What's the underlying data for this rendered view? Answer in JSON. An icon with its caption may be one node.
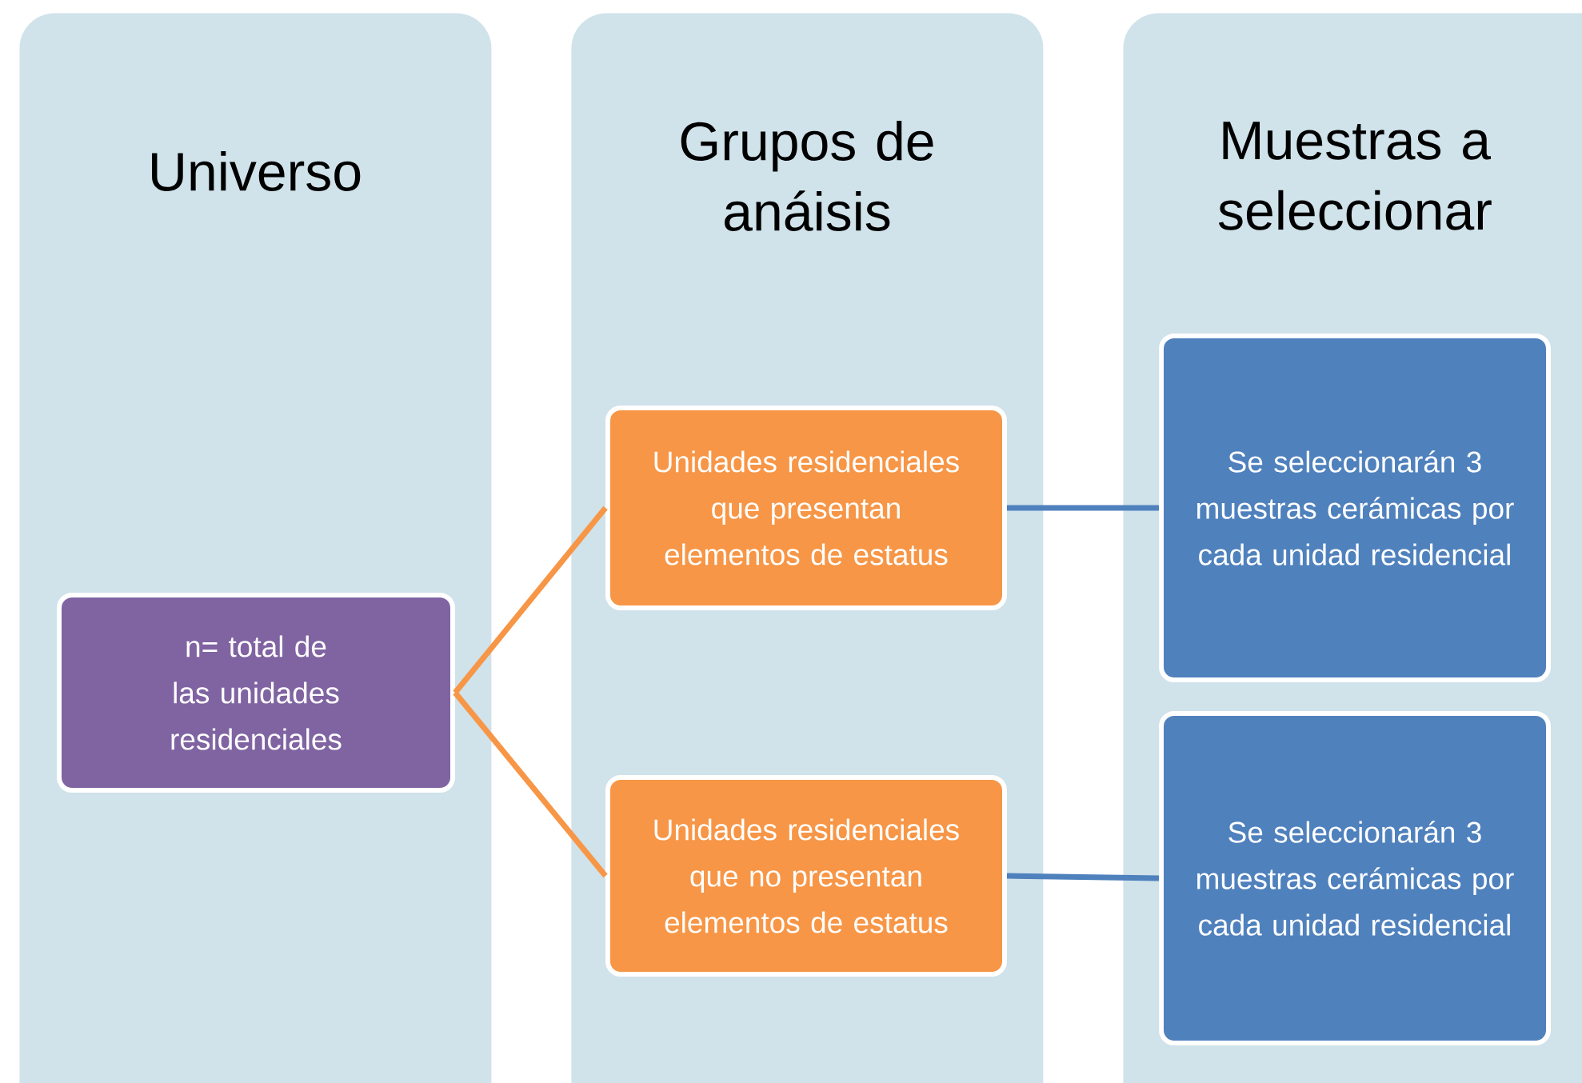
{
  "diagram": {
    "nodes": [
      {
        "text": [
          "Universo"
        ]
      },
      {
        "text": [
          "Grupos de anáisis"
        ]
      },
      {
        "text": [
          "Muestras a seleccionar"
        ]
      },
      {
        "text": [
          "n= total de las unidades residenciales"
        ],
        "in": 0
      },
      {
        "text": [
          "Unidades residenciales que presentan elementos de estatus"
        ],
        "in": 1
      },
      {
        "text": [
          "Unidades residenciales que no presentan elementos de estatus"
        ],
        "in": 1
      },
      {
        "text": [
          "Se seleccionarán 3 muestras cerámicas por cada unidad residencial"
        ],
        "in": 2
      },
      {
        "text": [
          "Se seleccionarán 3 muestras cerámicas por cada unidad residencial"
        ],
        "in": 2
      }
    ],
    "edges": [
      {
        "from": 3,
        "to": 4,
        "arrow": "none",
        "color": "#f79646"
      },
      {
        "from": 3,
        "to": 5,
        "arrow": "none",
        "color": "#f79646"
      },
      {
        "from": 4,
        "to": 6,
        "arrow": "none",
        "color": "#4f81bd"
      },
      {
        "from": 5,
        "to": 7,
        "arrow": "none",
        "color": "#4f81bd"
      }
    ]
  }
}
